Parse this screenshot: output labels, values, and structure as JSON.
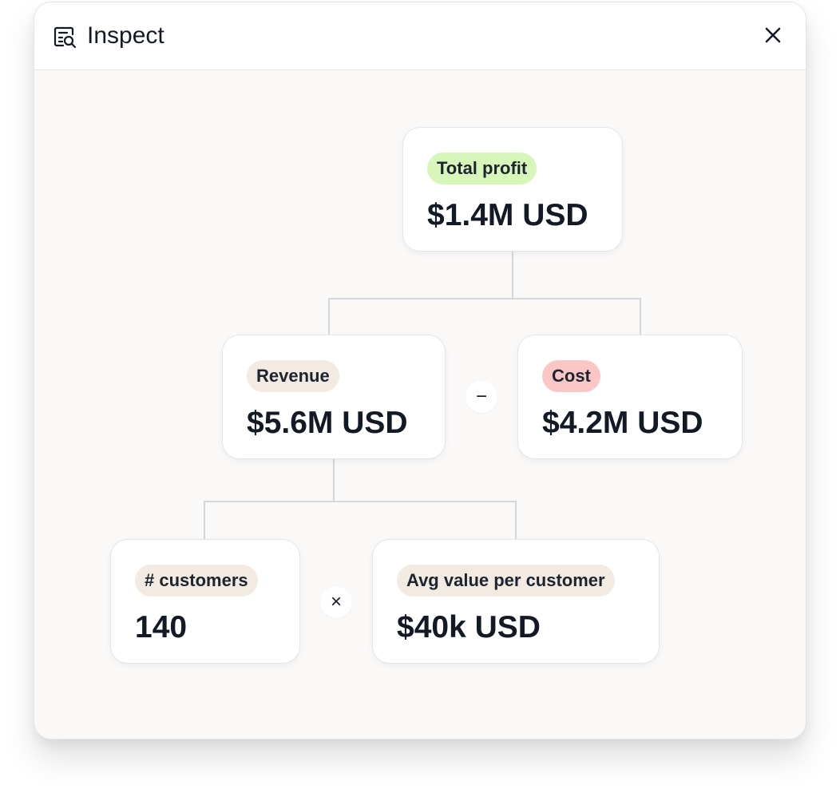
{
  "header": {
    "title": "Inspect",
    "icon": "inspect-icon",
    "close_icon": "close-icon"
  },
  "tree": {
    "total_profit": {
      "label": "Total profit",
      "value": "$1.4M USD",
      "color": "#d7f6b9"
    },
    "revenue": {
      "label": "Revenue",
      "value": "$5.6M USD",
      "color": "#f3ebe2"
    },
    "cost": {
      "label": "Cost",
      "value": "$4.2M USD",
      "color": "#fbc6c6"
    },
    "customers": {
      "label": "# customers",
      "value": "140",
      "color": "#f3ebe2"
    },
    "avg_value": {
      "label": "Avg value per customer",
      "value": "$40k USD",
      "color": "#f3ebe2"
    },
    "operators": {
      "subtract": "−",
      "multiply": "×"
    }
  }
}
